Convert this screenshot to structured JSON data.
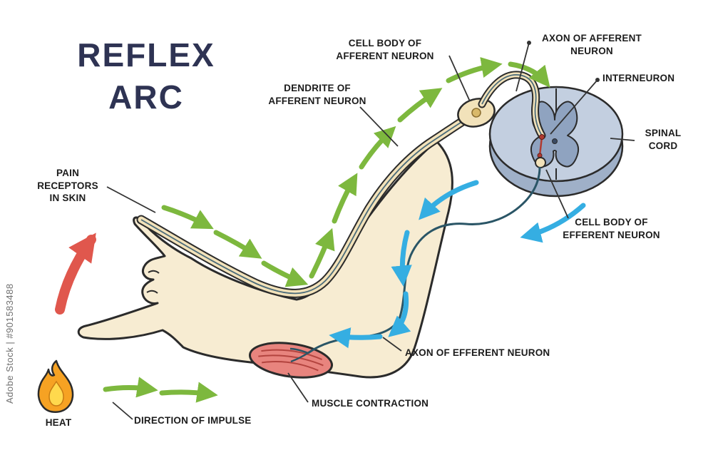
{
  "title": {
    "line1": "REFLEX",
    "line2": "ARC"
  },
  "watermark": {
    "text": "Adobe Stock | #901583488"
  },
  "labels": {
    "cell_body_afferent": "CELL BODY OF\nAFFERENT NEURON",
    "axon_afferent": "AXON OF AFFERENT\nNEURON",
    "interneuron": "INTERNEURON",
    "spinal_cord": "SPINAL\nCORD",
    "dendrite_afferent": "DENDRITE OF\nAFFERENT NEURON",
    "pain_receptors": "PAIN\nRECEPTORS\nIN SKIN",
    "cell_body_efferent": "CELL BODY OF\nEFFERENT NEURON",
    "axon_efferent": "AXON OF EFFERENT NEURON",
    "muscle_contraction": "MUSCLE CONTRACTION",
    "direction_of_impulse": "DIRECTION OF IMPULSE",
    "heat": "HEAT"
  },
  "colors": {
    "skin": "#f7ecd2",
    "nerve_tan": "#f2e2ba",
    "spinal_light": "#c3cfe0",
    "spinal_depth": "#9fb0c8",
    "gray_matter": "#8fa3c0",
    "muscle": "#e8847e",
    "afferent_green": "#7db83e",
    "efferent_blue": "#35aee2",
    "heat_red": "#e0574d",
    "flame_orange": "#f6a223",
    "flame_yellow": "#ffd94d",
    "title_navy": "#2e3353"
  }
}
